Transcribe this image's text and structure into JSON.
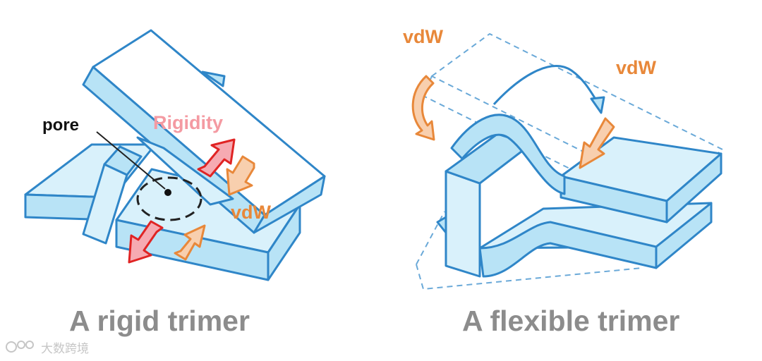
{
  "panels": {
    "left": {
      "labels": {
        "pore": "pore",
        "rigidity": "Rigidity",
        "vdw": "vdW"
      },
      "caption": "A rigid trimer"
    },
    "right": {
      "labels": {
        "vdw_top_left": "vdW",
        "vdw_top_right": "vdW"
      },
      "caption": "A flexible trimer"
    }
  },
  "colors": {
    "block_fill": "#b8e3f6",
    "block_face": "#d9f1fb",
    "outline": "#2f86c8",
    "dashed_outline": "#6aa9d8",
    "vdw_text": "#e8883a",
    "vdw_arrow_fill": "#f8cfae",
    "rigidity_text": "#f49aa2",
    "rigidity_arrow_fill": "#f6aab2",
    "rigidity_arrow_outline": "#e02424",
    "caption": "#8c8c8c"
  },
  "watermark": {
    "icon": "logo-glyph-icon",
    "text": "大数跨境"
  }
}
